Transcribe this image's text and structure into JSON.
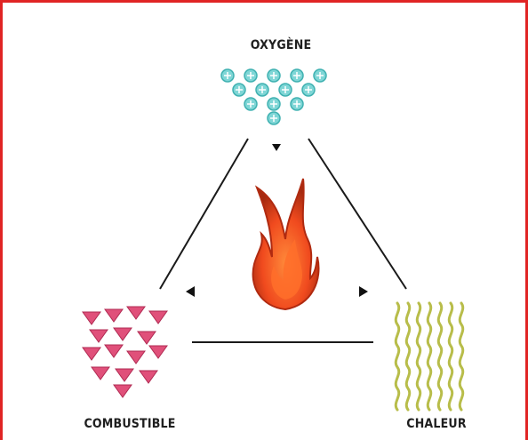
{
  "labels": {
    "top": "OXYGÈNE",
    "bottom_left": "COMBUSTIBLE",
    "bottom_right": "CHALEUR"
  },
  "icons": {
    "top": "oxygen-molecules-icon",
    "center": "flame-icon",
    "bottom_left": "fuel-triangles-icon",
    "bottom_right": "heat-waves-icon"
  },
  "colors": {
    "frame": "#e02424",
    "oxygen": "#5ec4c4",
    "fuel": "#e0507a",
    "heat": "#b8bd4a",
    "flame": "#f04a1e",
    "lines": "#1a1a1a"
  }
}
